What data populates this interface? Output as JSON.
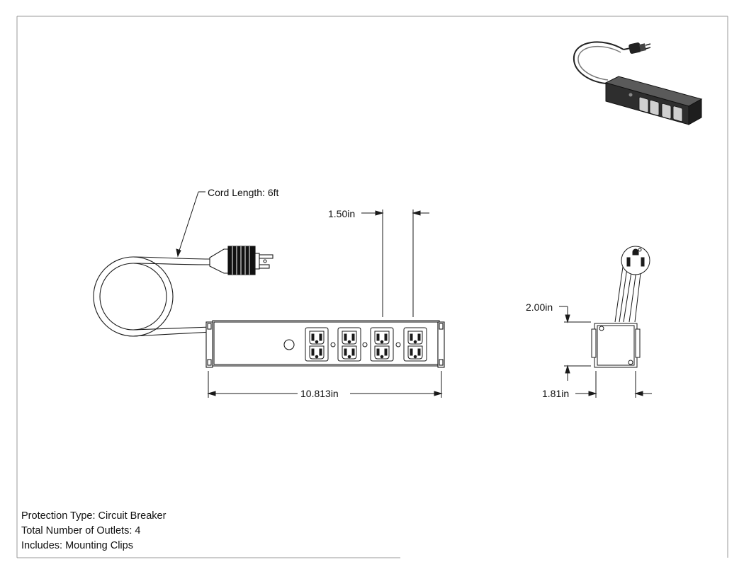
{
  "callouts": {
    "cord_length": "Cord Length: 6ft"
  },
  "dimensions": {
    "outlet_spacing": "1.50in",
    "overall_length": "10.813in",
    "height": "2.00in",
    "depth": "1.81in"
  },
  "specs": {
    "protection_type": "Protection Type: Circuit Breaker",
    "total_outlets": "Total Number of Outlets: 4",
    "includes": "Includes: Mounting Clips"
  },
  "colors": {
    "line": "#1a1a1a",
    "frame": "#888888",
    "body_fill": "#ffffff",
    "iso_body": "#3a3a3a",
    "iso_face": "#d8d8d8"
  },
  "icons": [
    "plug-icon",
    "outlet-icon",
    "breaker-button-icon",
    "screw-icon"
  ]
}
